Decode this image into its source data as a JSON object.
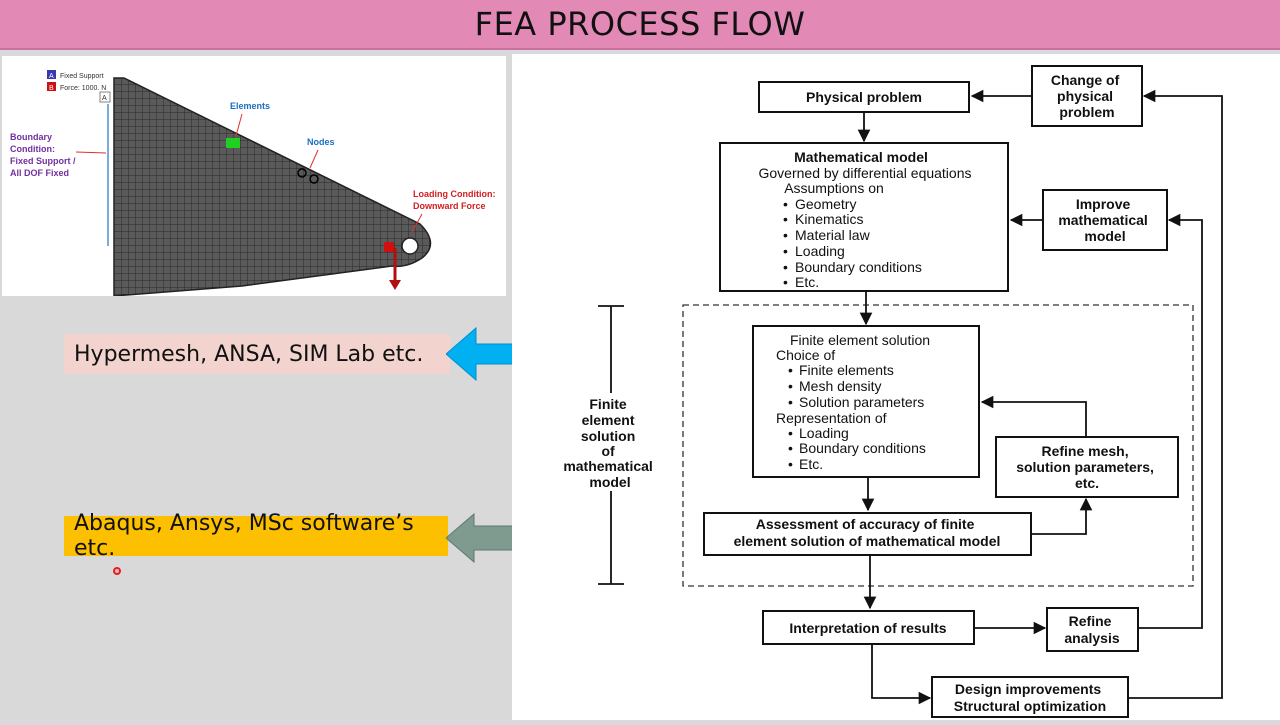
{
  "title": "FEA PROCESS FLOW",
  "mesh_figure": {
    "legend": [
      {
        "key": "A",
        "text": "Fixed Support",
        "color": "#3a3ab0"
      },
      {
        "key": "B",
        "text": "Force: 1000. N",
        "color": "#d01010"
      }
    ],
    "marker_a": "A",
    "label_elements": "Elements",
    "label_nodes": "Nodes",
    "boundary_lines": [
      "Boundary",
      "Condition:",
      "Fixed Support /",
      "All DOF Fixed"
    ],
    "loading_lines": [
      "Loading Condition:",
      "Downward Force"
    ]
  },
  "tools": {
    "preprocessing": "Hypermesh, ANSA, SIM Lab etc.",
    "solvers": "Abaqus, Ansys, MSc software’s etc."
  },
  "colors": {
    "title_bg": "#e389b6",
    "arrow_blue": "#00b0f0",
    "arrow_grey": "#7f9a8f",
    "solver_bg": "#fcc000",
    "preproc_bg": "#f2d3cd"
  },
  "flowchart": {
    "physical_problem": "Physical problem",
    "change_physical": [
      "Change of",
      "physical",
      "problem"
    ],
    "math_model": {
      "title": "Mathematical model",
      "lines": [
        "Governed by differential equations",
        "Assumptions on"
      ],
      "bullets": [
        "Geometry",
        "Kinematics",
        "Material law",
        "Loading",
        "Boundary conditions",
        "Etc."
      ]
    },
    "improve_model": [
      "Improve",
      "mathematical",
      "model"
    ],
    "fe_solution": {
      "title": "Finite element solution",
      "choice": "Choice of",
      "choice_bullets": [
        "Finite elements",
        "Mesh density",
        "Solution parameters"
      ],
      "representation": "Representation of",
      "rep_bullets": [
        "Loading",
        "Boundary conditions",
        "Etc."
      ]
    },
    "refine_mesh": [
      "Refine mesh,",
      "solution parameters,",
      "etc."
    ],
    "side_label": [
      "Finite",
      "element",
      "solution",
      "of",
      "mathematical",
      "model"
    ],
    "assessment": [
      "Assessment of accuracy of finite",
      "element solution of mathematical model"
    ],
    "interpretation": "Interpretation of results",
    "refine_analysis": [
      "Refine",
      "analysis"
    ],
    "design": [
      "Design improvements",
      "Structural optimization"
    ]
  }
}
